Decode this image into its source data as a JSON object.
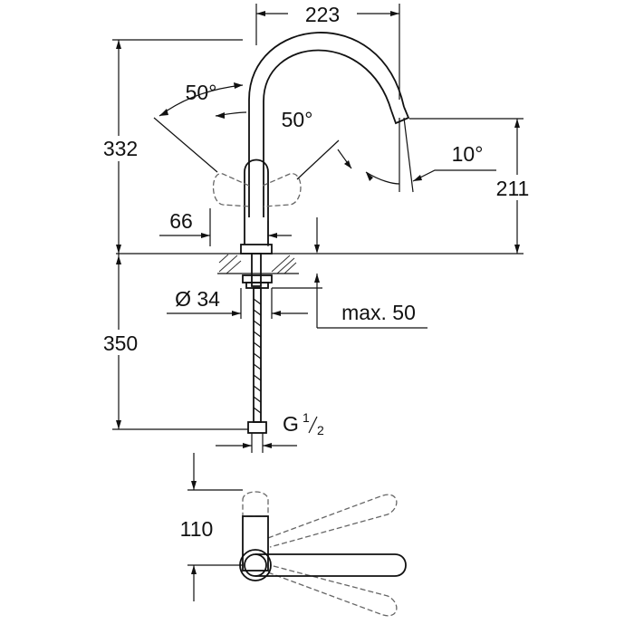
{
  "dimensions": {
    "spout_reach": "223",
    "total_height": "332",
    "spout_height": "211",
    "lever_angle_left": "50°",
    "lever_angle_right": "50°",
    "spout_tilt": "10°",
    "lever_offset": "66",
    "hole_diameter": "Ø 34",
    "max_deck_thickness": "max. 50",
    "hose_length": "350",
    "connection_thread": "G",
    "connection_fraction_num": "1",
    "connection_fraction_den": "2",
    "top_view_depth": "110"
  }
}
